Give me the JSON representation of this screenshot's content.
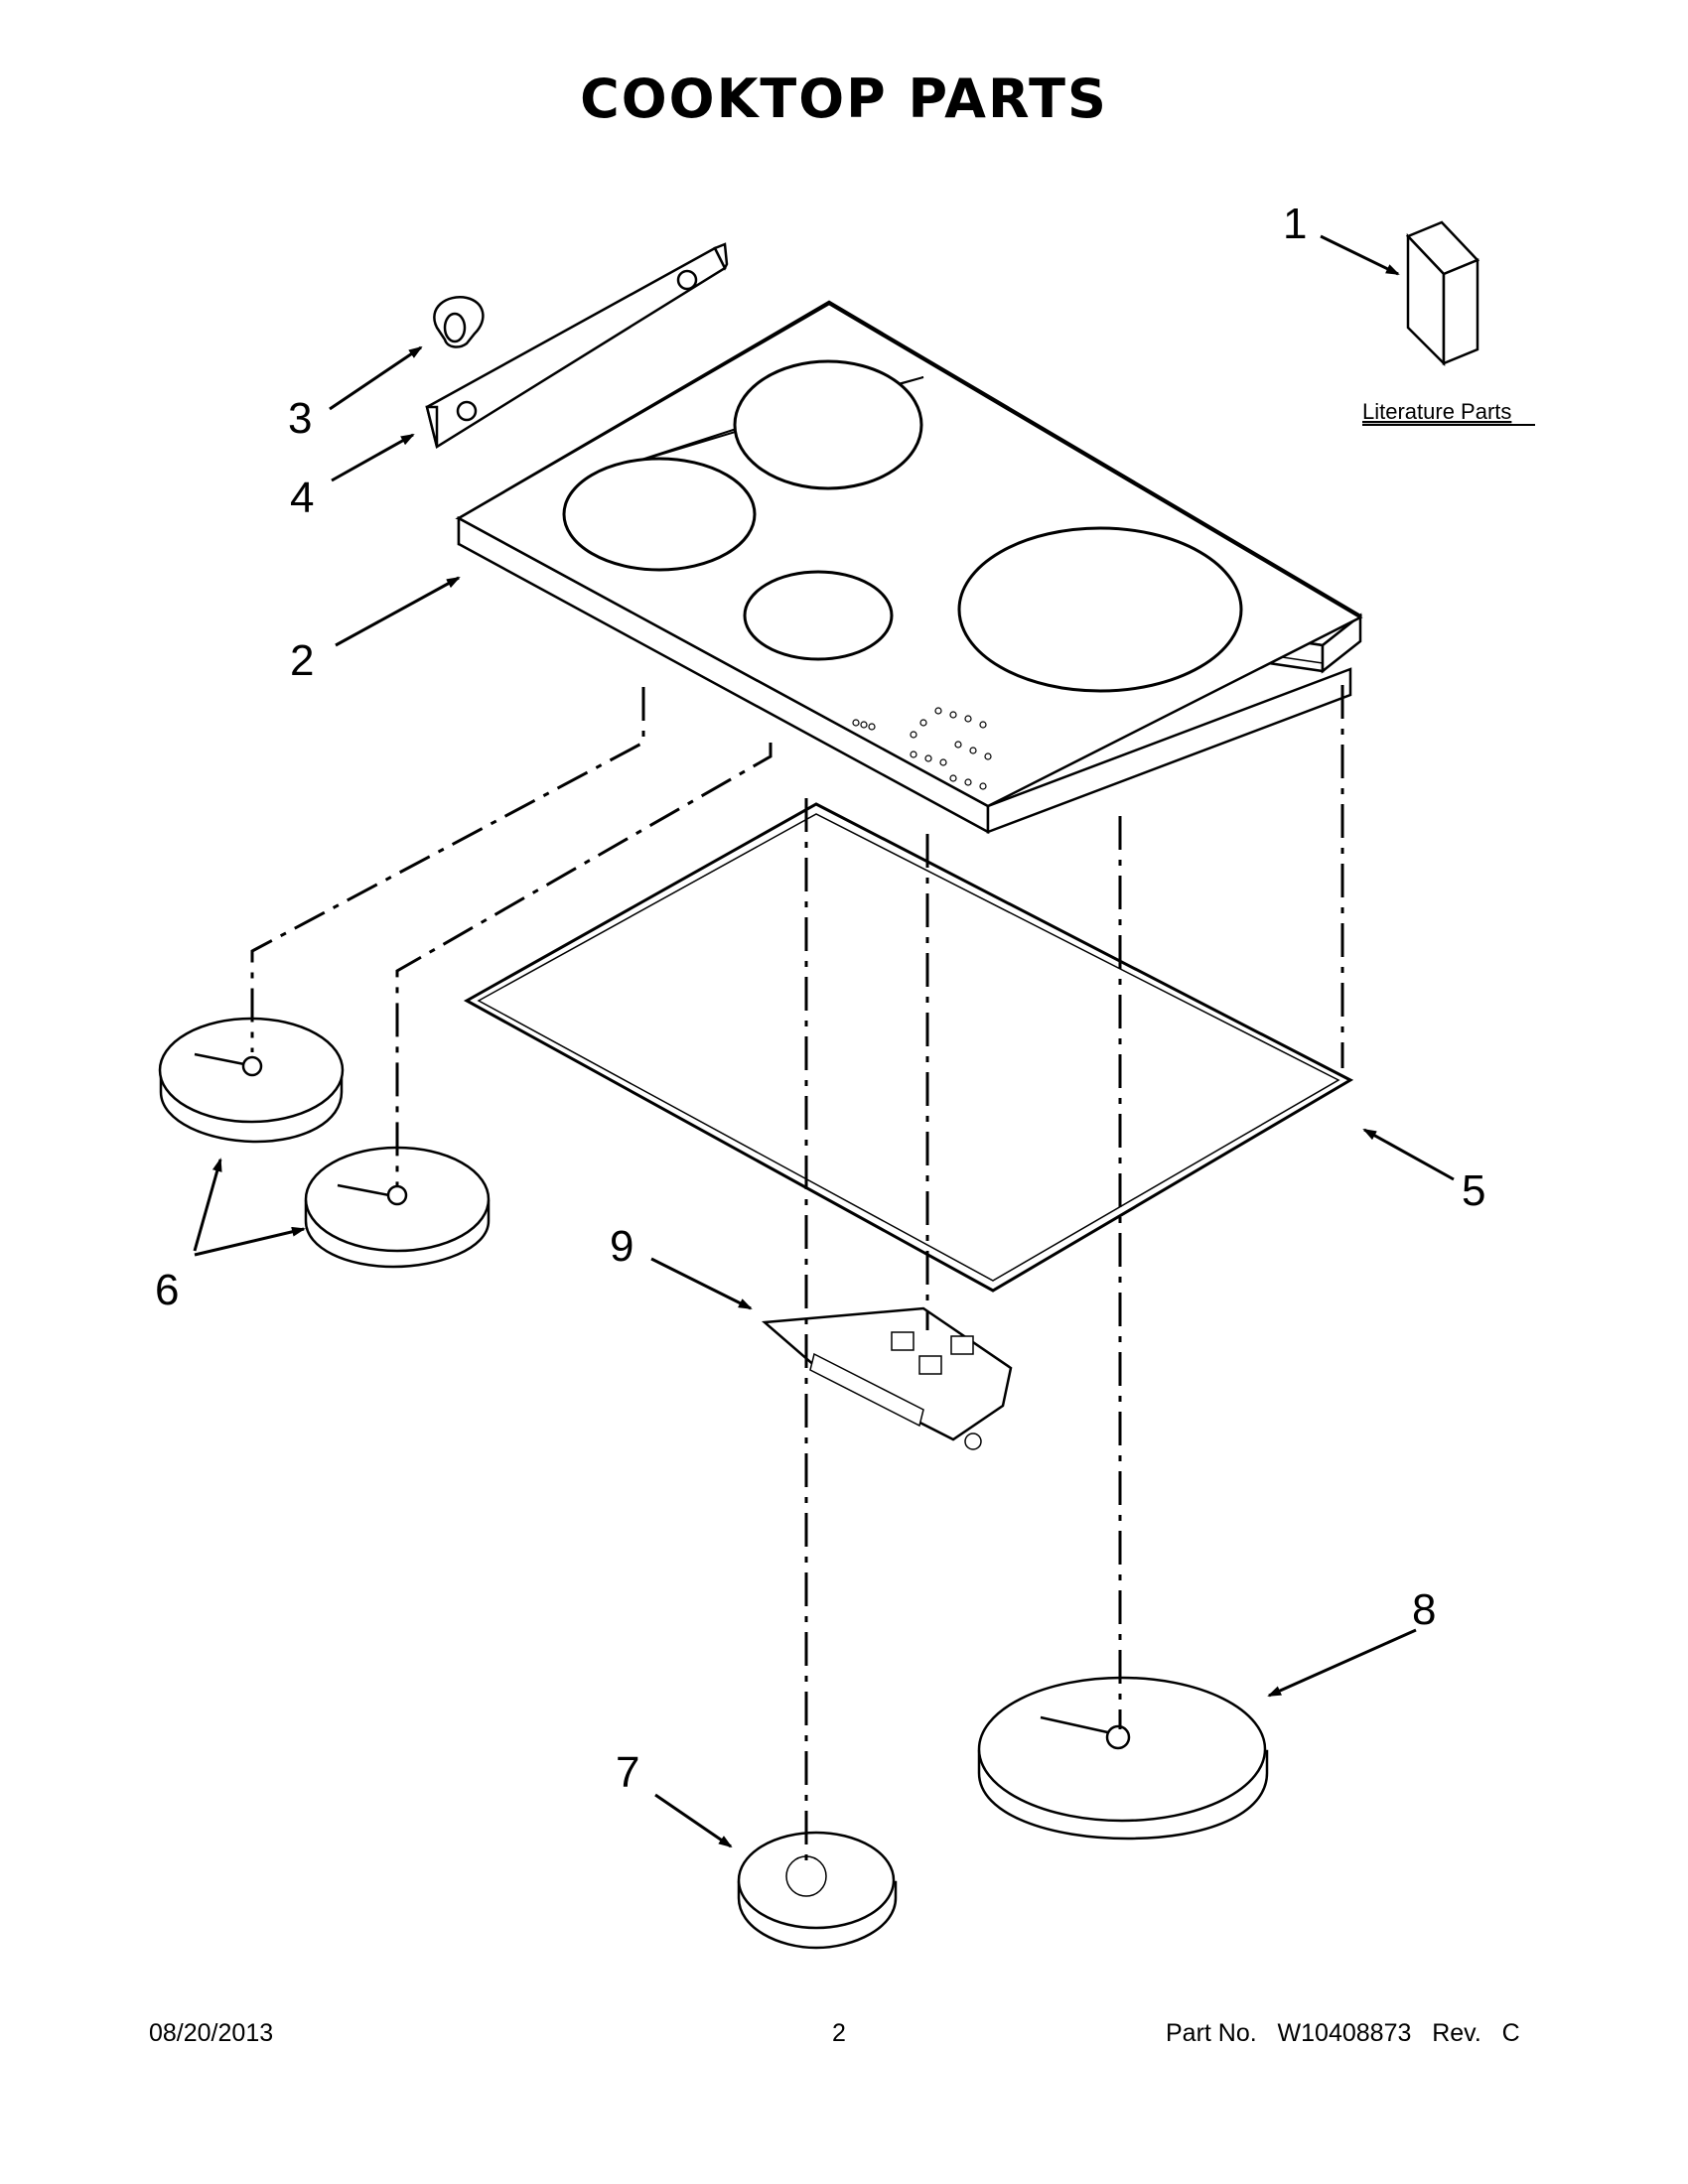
{
  "page": {
    "title": "COOKTOP PARTS"
  },
  "callouts": {
    "c1": "1",
    "c2": "2",
    "c3": "3",
    "c4": "4",
    "c5": "5",
    "c6": "6",
    "c7": "7",
    "c8": "8",
    "c9": "9"
  },
  "literature": {
    "label": "Literature Parts"
  },
  "footer": {
    "date": "08/20/2013",
    "page_number": "2",
    "part_label": "Part No.",
    "part_number": "W10408873",
    "rev_label": "Rev.",
    "rev_value": "C"
  }
}
